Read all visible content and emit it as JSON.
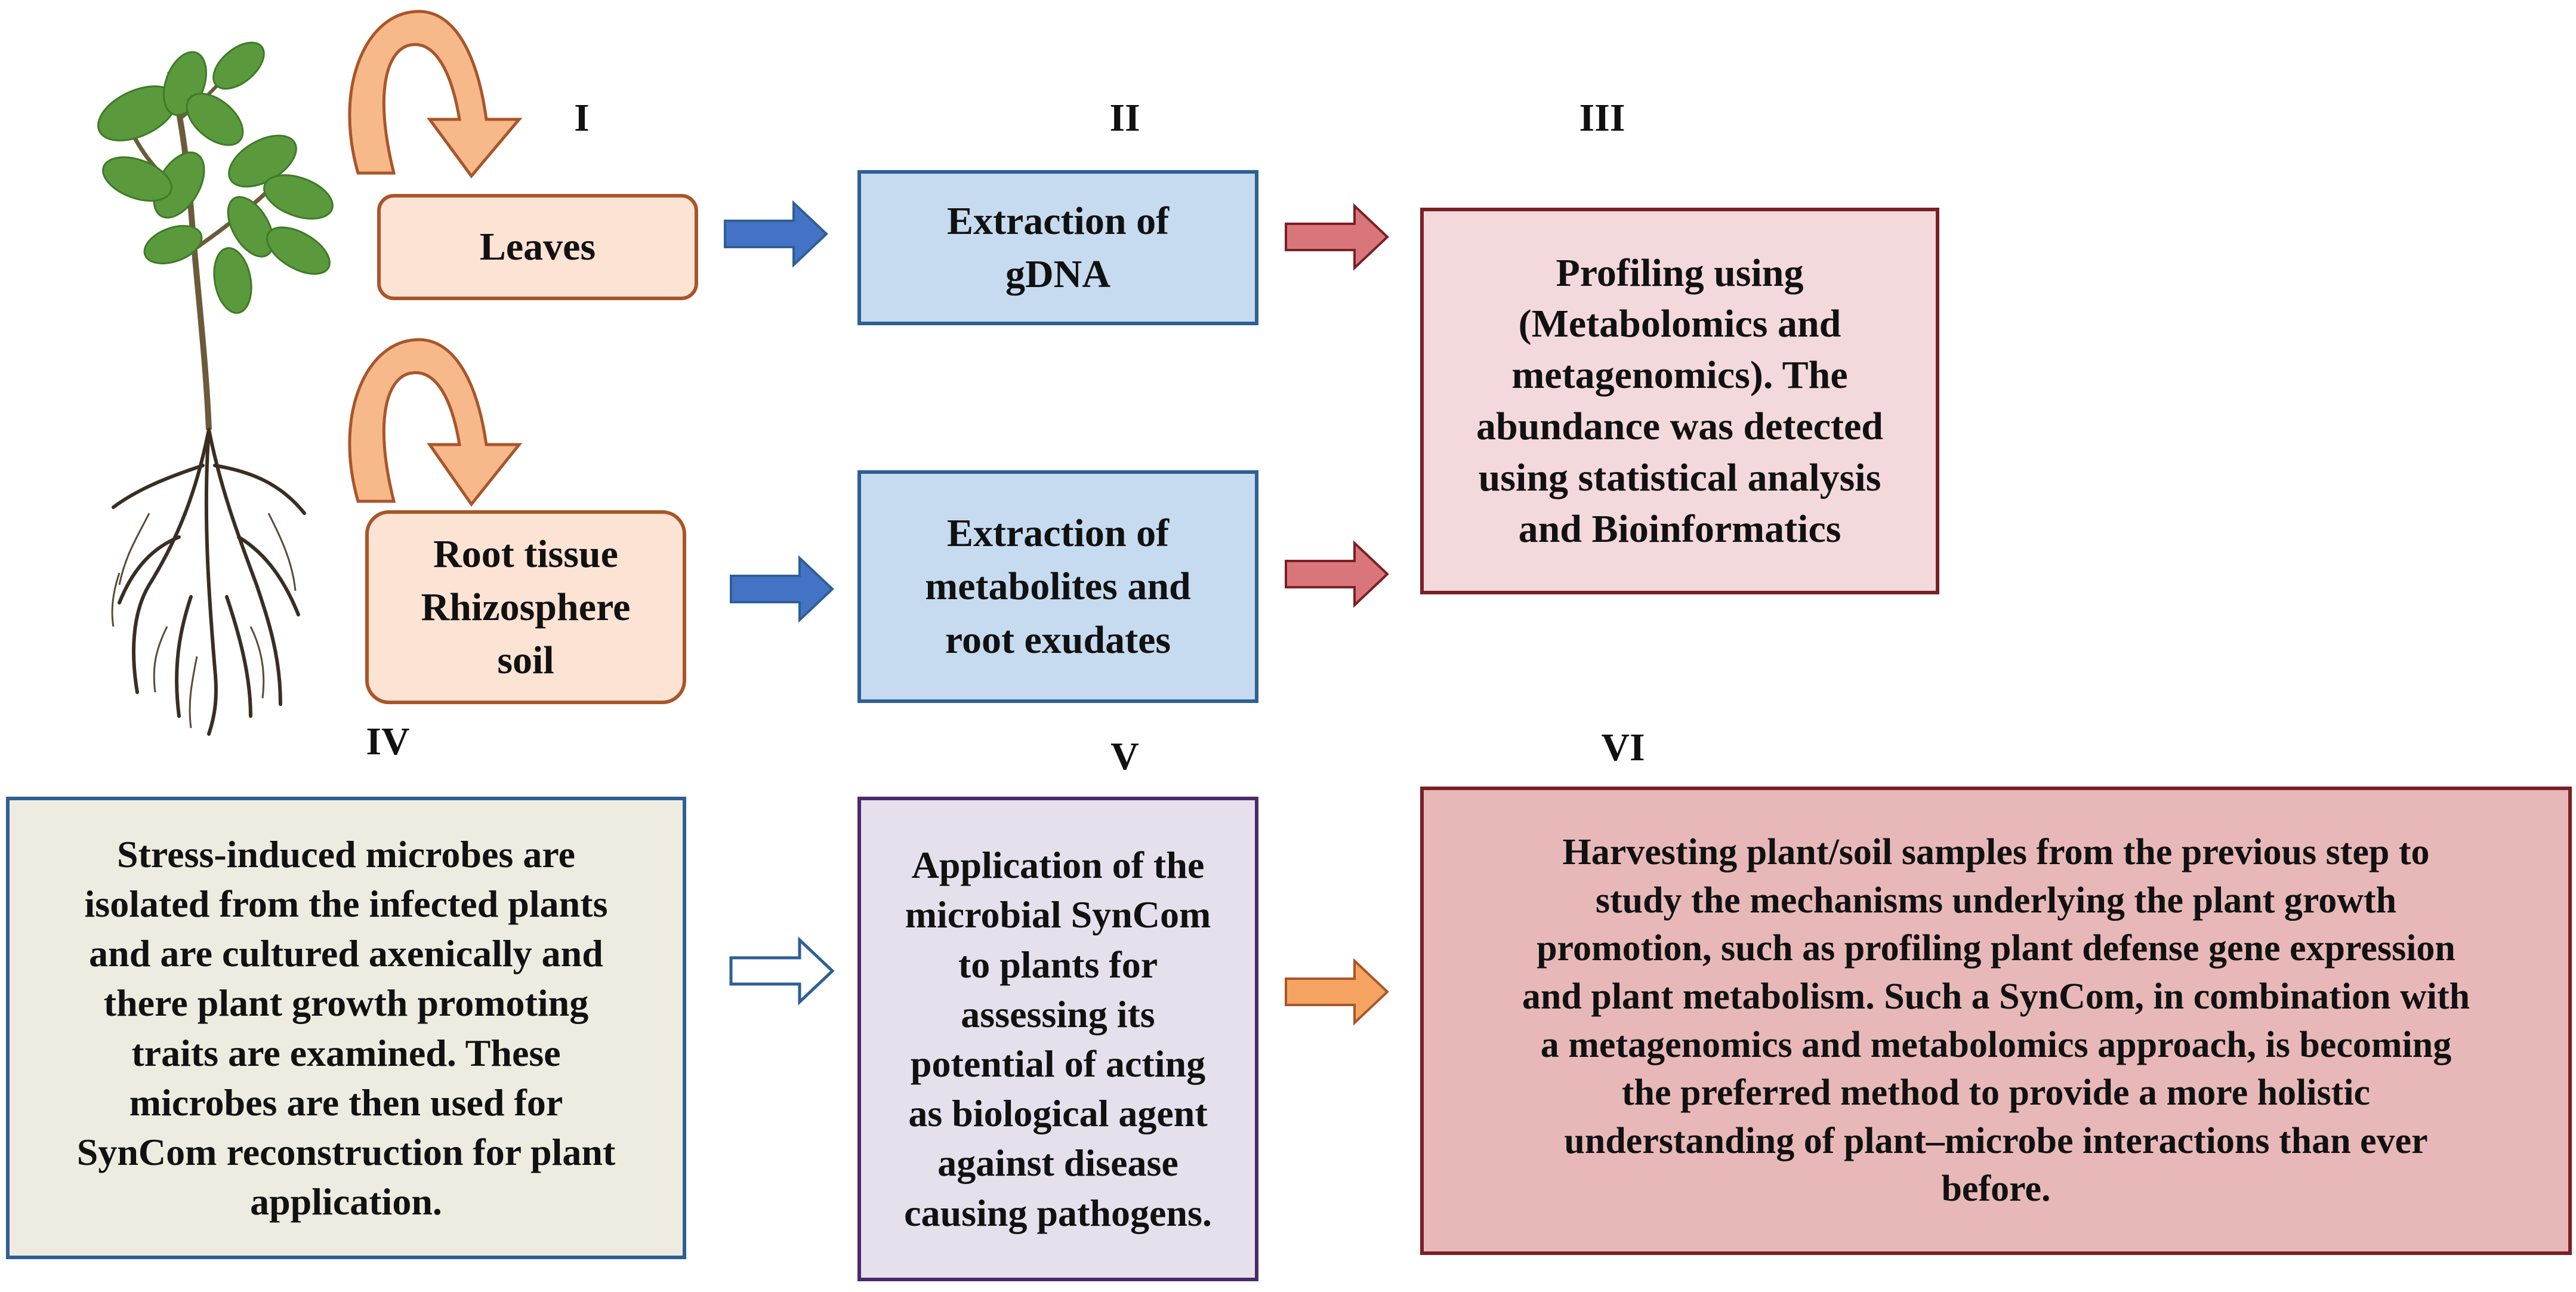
{
  "diagram": {
    "step_labels": {
      "I": "I",
      "II": "II",
      "III": "III",
      "IV": "IV",
      "V": "V",
      "VI": "VI"
    },
    "boxes": {
      "leaves": "Leaves",
      "root_tissue": "Root tissue\nRhizosphere\nsoil",
      "extraction_gdna": "Extraction of\ngDNA",
      "extraction_metabolites": "Extraction of\nmetabolites and\nroot exudates",
      "profiling": "Profiling using\n(Metabolomics and\nmetagenomics). The\nabundance was detected\nusing statistical analysis\nand Bioinformatics",
      "stress_microbes": "Stress-induced microbes are\nisolated from the infected plants\nand are cultured axenically and\nthere plant growth promoting\ntraits are examined. These\nmicrobes are then used for\nSynCom reconstruction for plant\napplication.",
      "application": "Application of the\nmicrobial SynCom\nto plants for\nassessing its\npotential of acting\nas biological agent\nagainst disease\ncausing pathogens.",
      "harvesting": "Harvesting plant/soil samples from the previous step to\nstudy the mechanisms underlying the plant growth\npromotion, such as profiling plant defense gene expression\nand plant metabolism. Such a SynCom, in combination with\na metagenomics and metabolomics approach, is becoming\nthe preferred method to provide a more holistic\nunderstanding of plant–microbe interactions than ever\nbefore."
    },
    "colors": {
      "peach_fill": "#fce3d3",
      "peach_border": "#a9552a",
      "blue_fill": "#c6dbef",
      "blue_border": "#2e5f95",
      "pink_fill": "#f3d9db",
      "pink_border": "#7a1f26",
      "beige_fill": "#eeece1",
      "beige_border": "#2e5f95",
      "lavender_fill": "#e6e0ec",
      "lavender_border": "#4b2a6a",
      "rose_fill": "#e8b8b9",
      "rose_border": "#7a1f26",
      "blue_arrow": "#4472c4",
      "red_arrow": "#d9767c",
      "orange_arrow": "#f4a460",
      "curved_arrow": "#f7b88a"
    },
    "icons": [
      "plant-illustration",
      "curved-arrow-icon",
      "right-arrow-icon"
    ]
  }
}
